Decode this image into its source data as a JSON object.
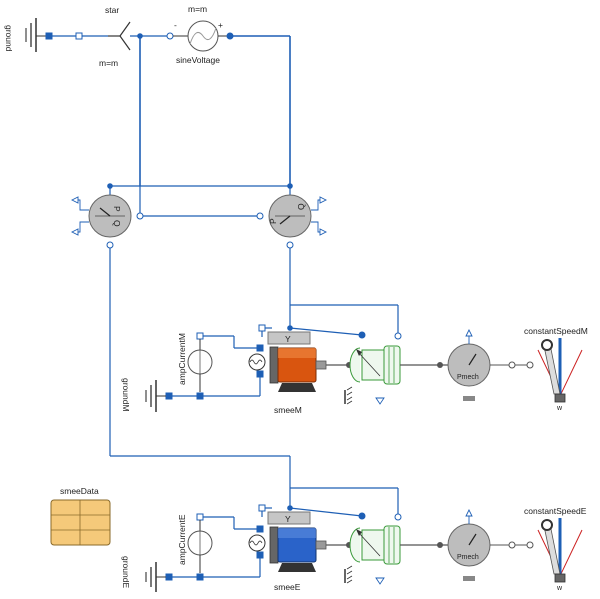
{
  "diagram": {
    "components": {
      "ground": "ground",
      "star_name": "star",
      "star_param": "m=m",
      "sine_param": "m=m",
      "sine_name": "sineVoltage",
      "sine_minus": "-",
      "sine_plus": "+",
      "power_sensor_left_p": "P",
      "power_sensor_left_q": "Q",
      "power_sensor_right_p": "P",
      "power_sensor_right_q": "Q",
      "amp_current_m": "ampCurrentM",
      "ground_m": "groundM",
      "smee_m": "smeeM",
      "pmech_m": "Pmech",
      "constant_speed_m": "constantSpeedM",
      "w_m": "w",
      "smee_data": "smeeData",
      "amp_current_e": "ampCurrentE",
      "ground_e": "groundE",
      "smee_e": "smeeE",
      "pmech_e": "Pmech",
      "constant_speed_e": "constantSpeedE",
      "w_e": "w",
      "y_label_m": "Y",
      "y_label_e": "Y"
    },
    "colors": {
      "wire": "#1e5fb5",
      "machine_m": "#d9550f",
      "machine_e": "#2a63c9",
      "sensor_gray": "#bdbdbd",
      "data_block": "#f5c97a",
      "clutch_green": "#3a9a3a"
    }
  }
}
